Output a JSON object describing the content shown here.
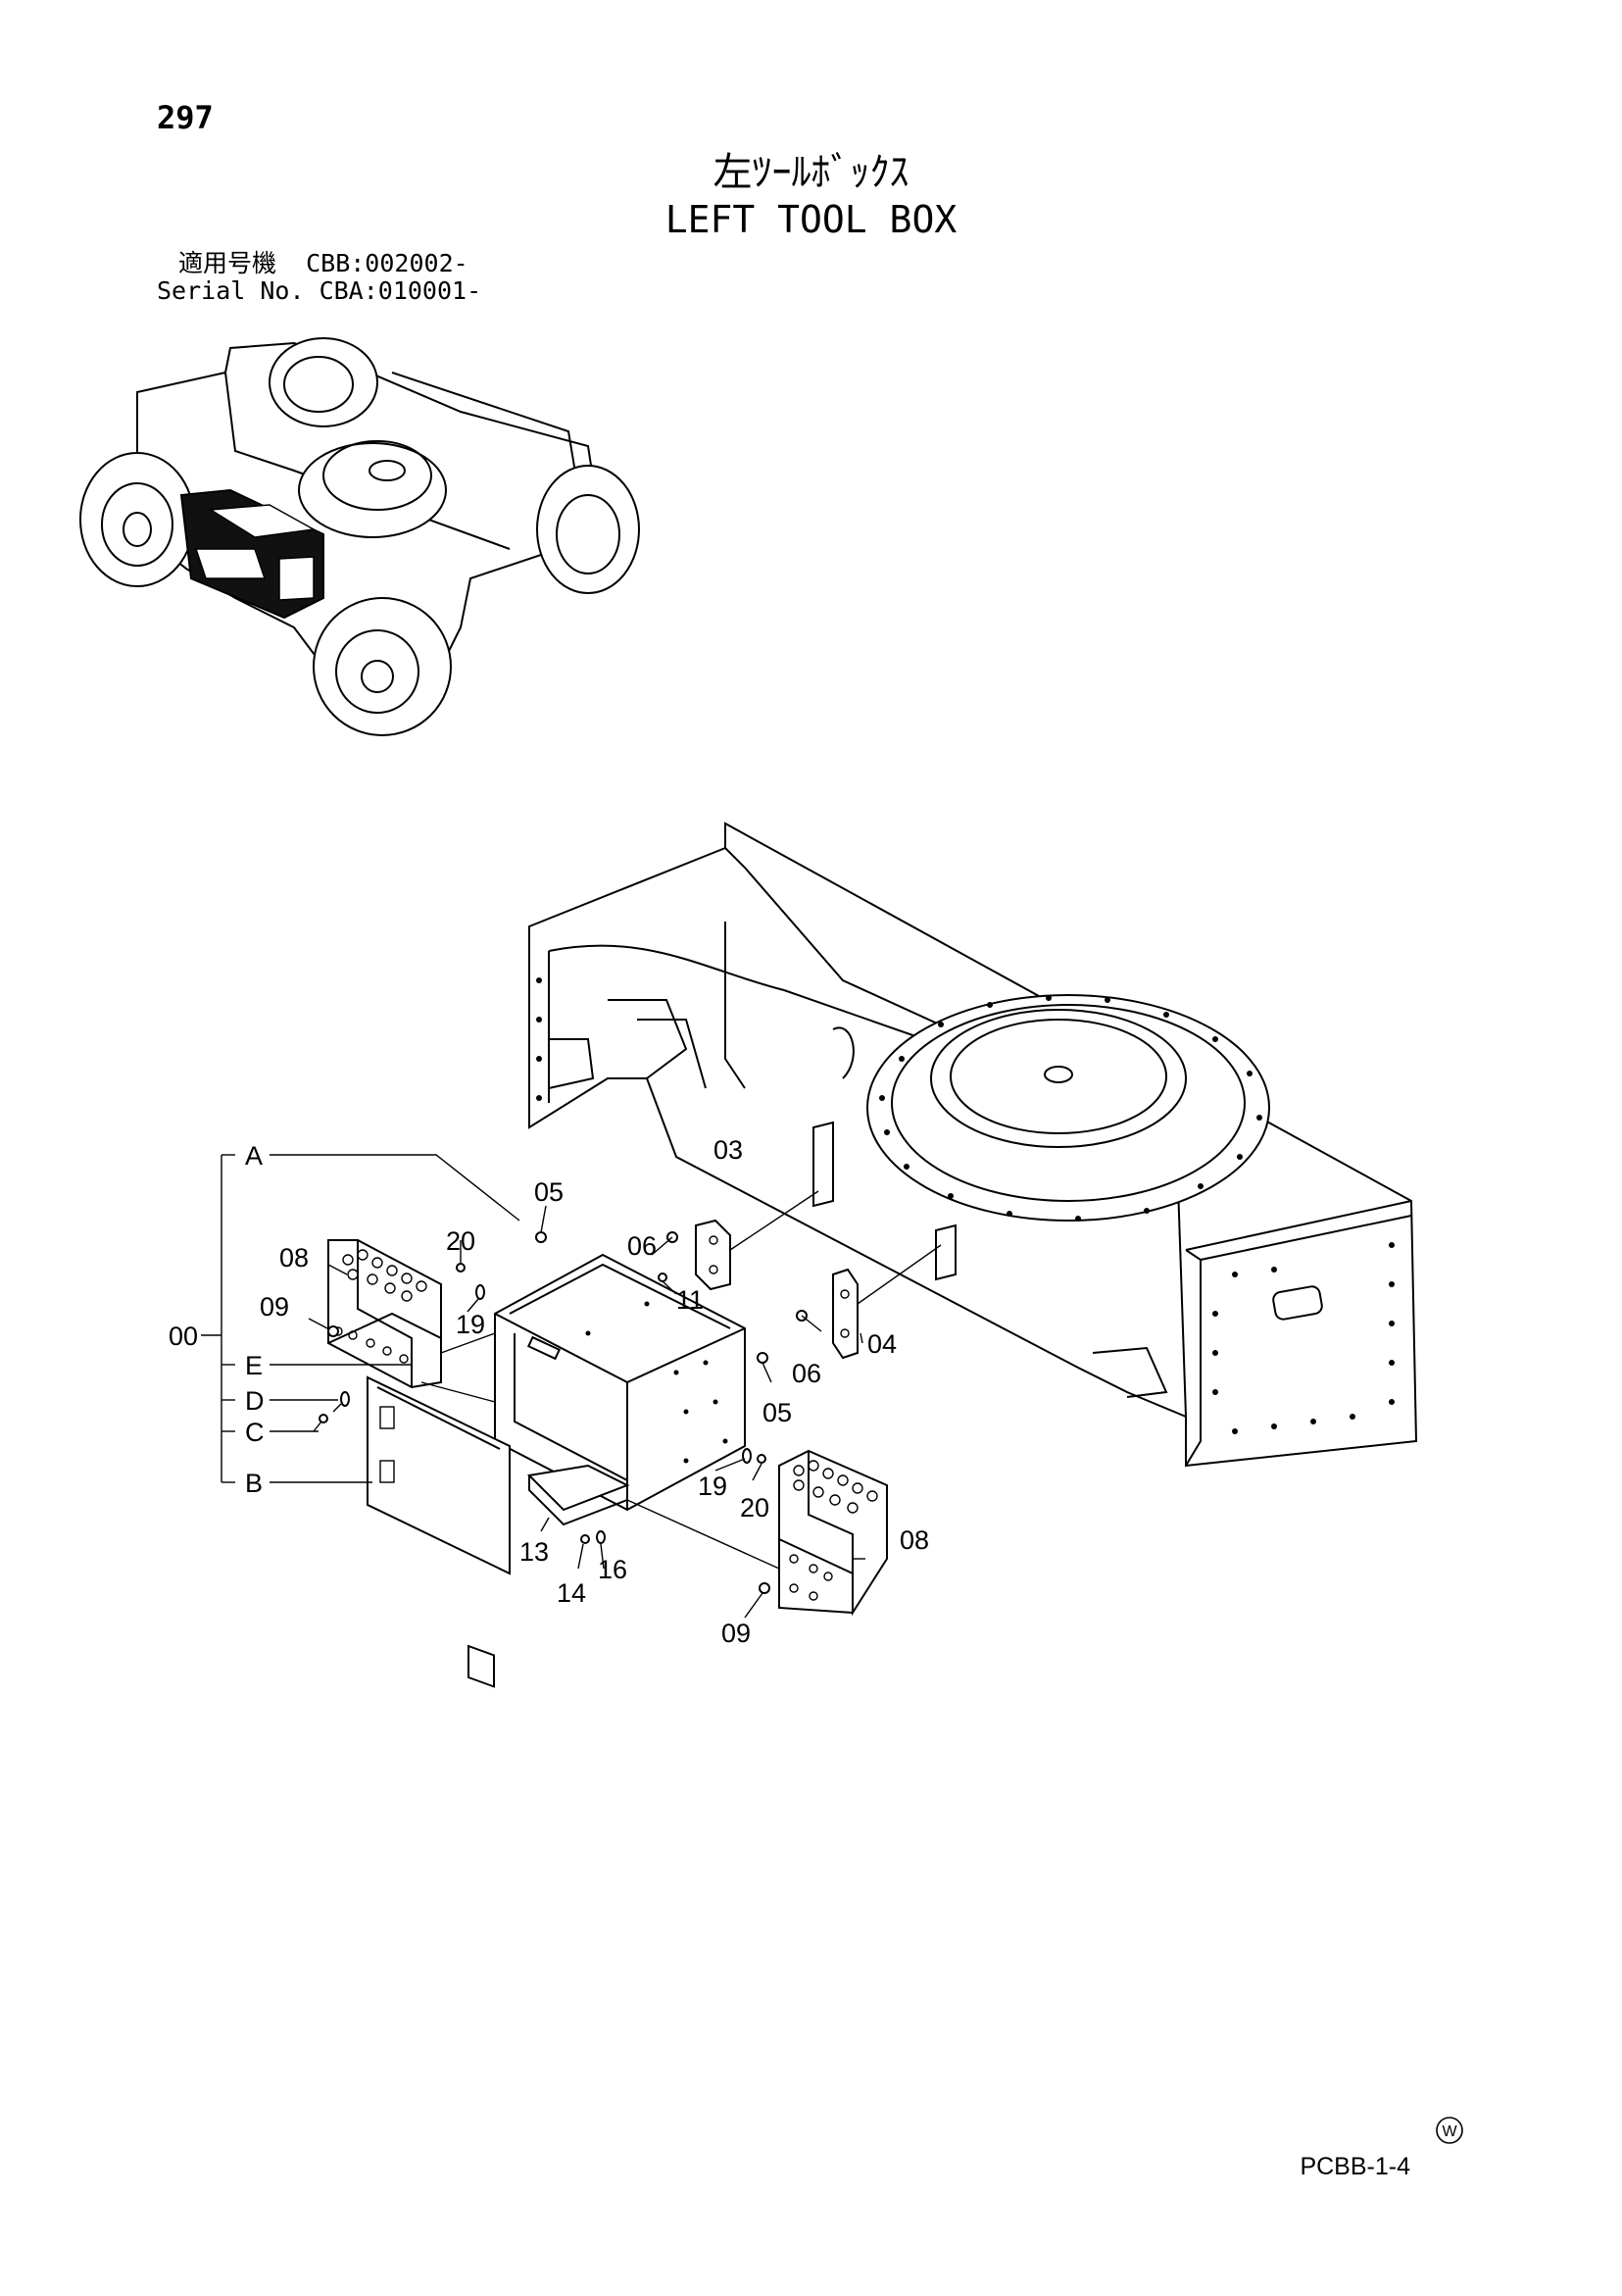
{
  "page": {
    "number": "297",
    "title_jp": "左ﾂｰﾙﾎﾞｯｸｽ",
    "title_en": "LEFT TOOL BOX",
    "serial_jp": "適用号機  CBB:002002-",
    "serial_en": "Serial No. CBA:010001-",
    "footer_code": "PCBB-1-4",
    "mark": "W"
  },
  "callouts": {
    "c03": "03",
    "c05a": "05",
    "c06a": "06",
    "c11": "11",
    "c04": "04",
    "c06b": "06",
    "c05b": "05",
    "c08a": "08",
    "c20a": "20",
    "c09a": "09",
    "c19a": "19",
    "c19b": "19",
    "c20b": "20",
    "c08b": "08",
    "c13": "13",
    "c14": "14",
    "c16": "16",
    "c09b": "09"
  },
  "assembly": {
    "root": "00",
    "A": "A",
    "B": "B",
    "C": "C",
    "D": "D",
    "E": "E"
  }
}
